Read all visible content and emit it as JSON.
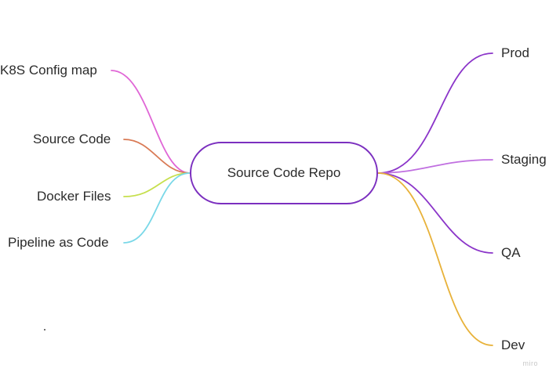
{
  "center": {
    "label": "Source Code Repo",
    "border_color": "#7b2fbf"
  },
  "left_branches": [
    {
      "label": "K8S Config map",
      "color": "#e066d6"
    },
    {
      "label": "Source Code",
      "color": "#d97a55"
    },
    {
      "label": "Docker Files",
      "color": "#c6df4d"
    },
    {
      "label": "Pipeline as Code",
      "color": "#7ad8e8"
    }
  ],
  "right_branches": [
    {
      "label": "Prod",
      "color": "#8b35c9"
    },
    {
      "label": "Staging",
      "color": "#c06fe0"
    },
    {
      "label": "QA",
      "color": "#8b35c9"
    },
    {
      "label": "Dev",
      "color": "#e8b23a"
    }
  ],
  "watermark": "miro"
}
